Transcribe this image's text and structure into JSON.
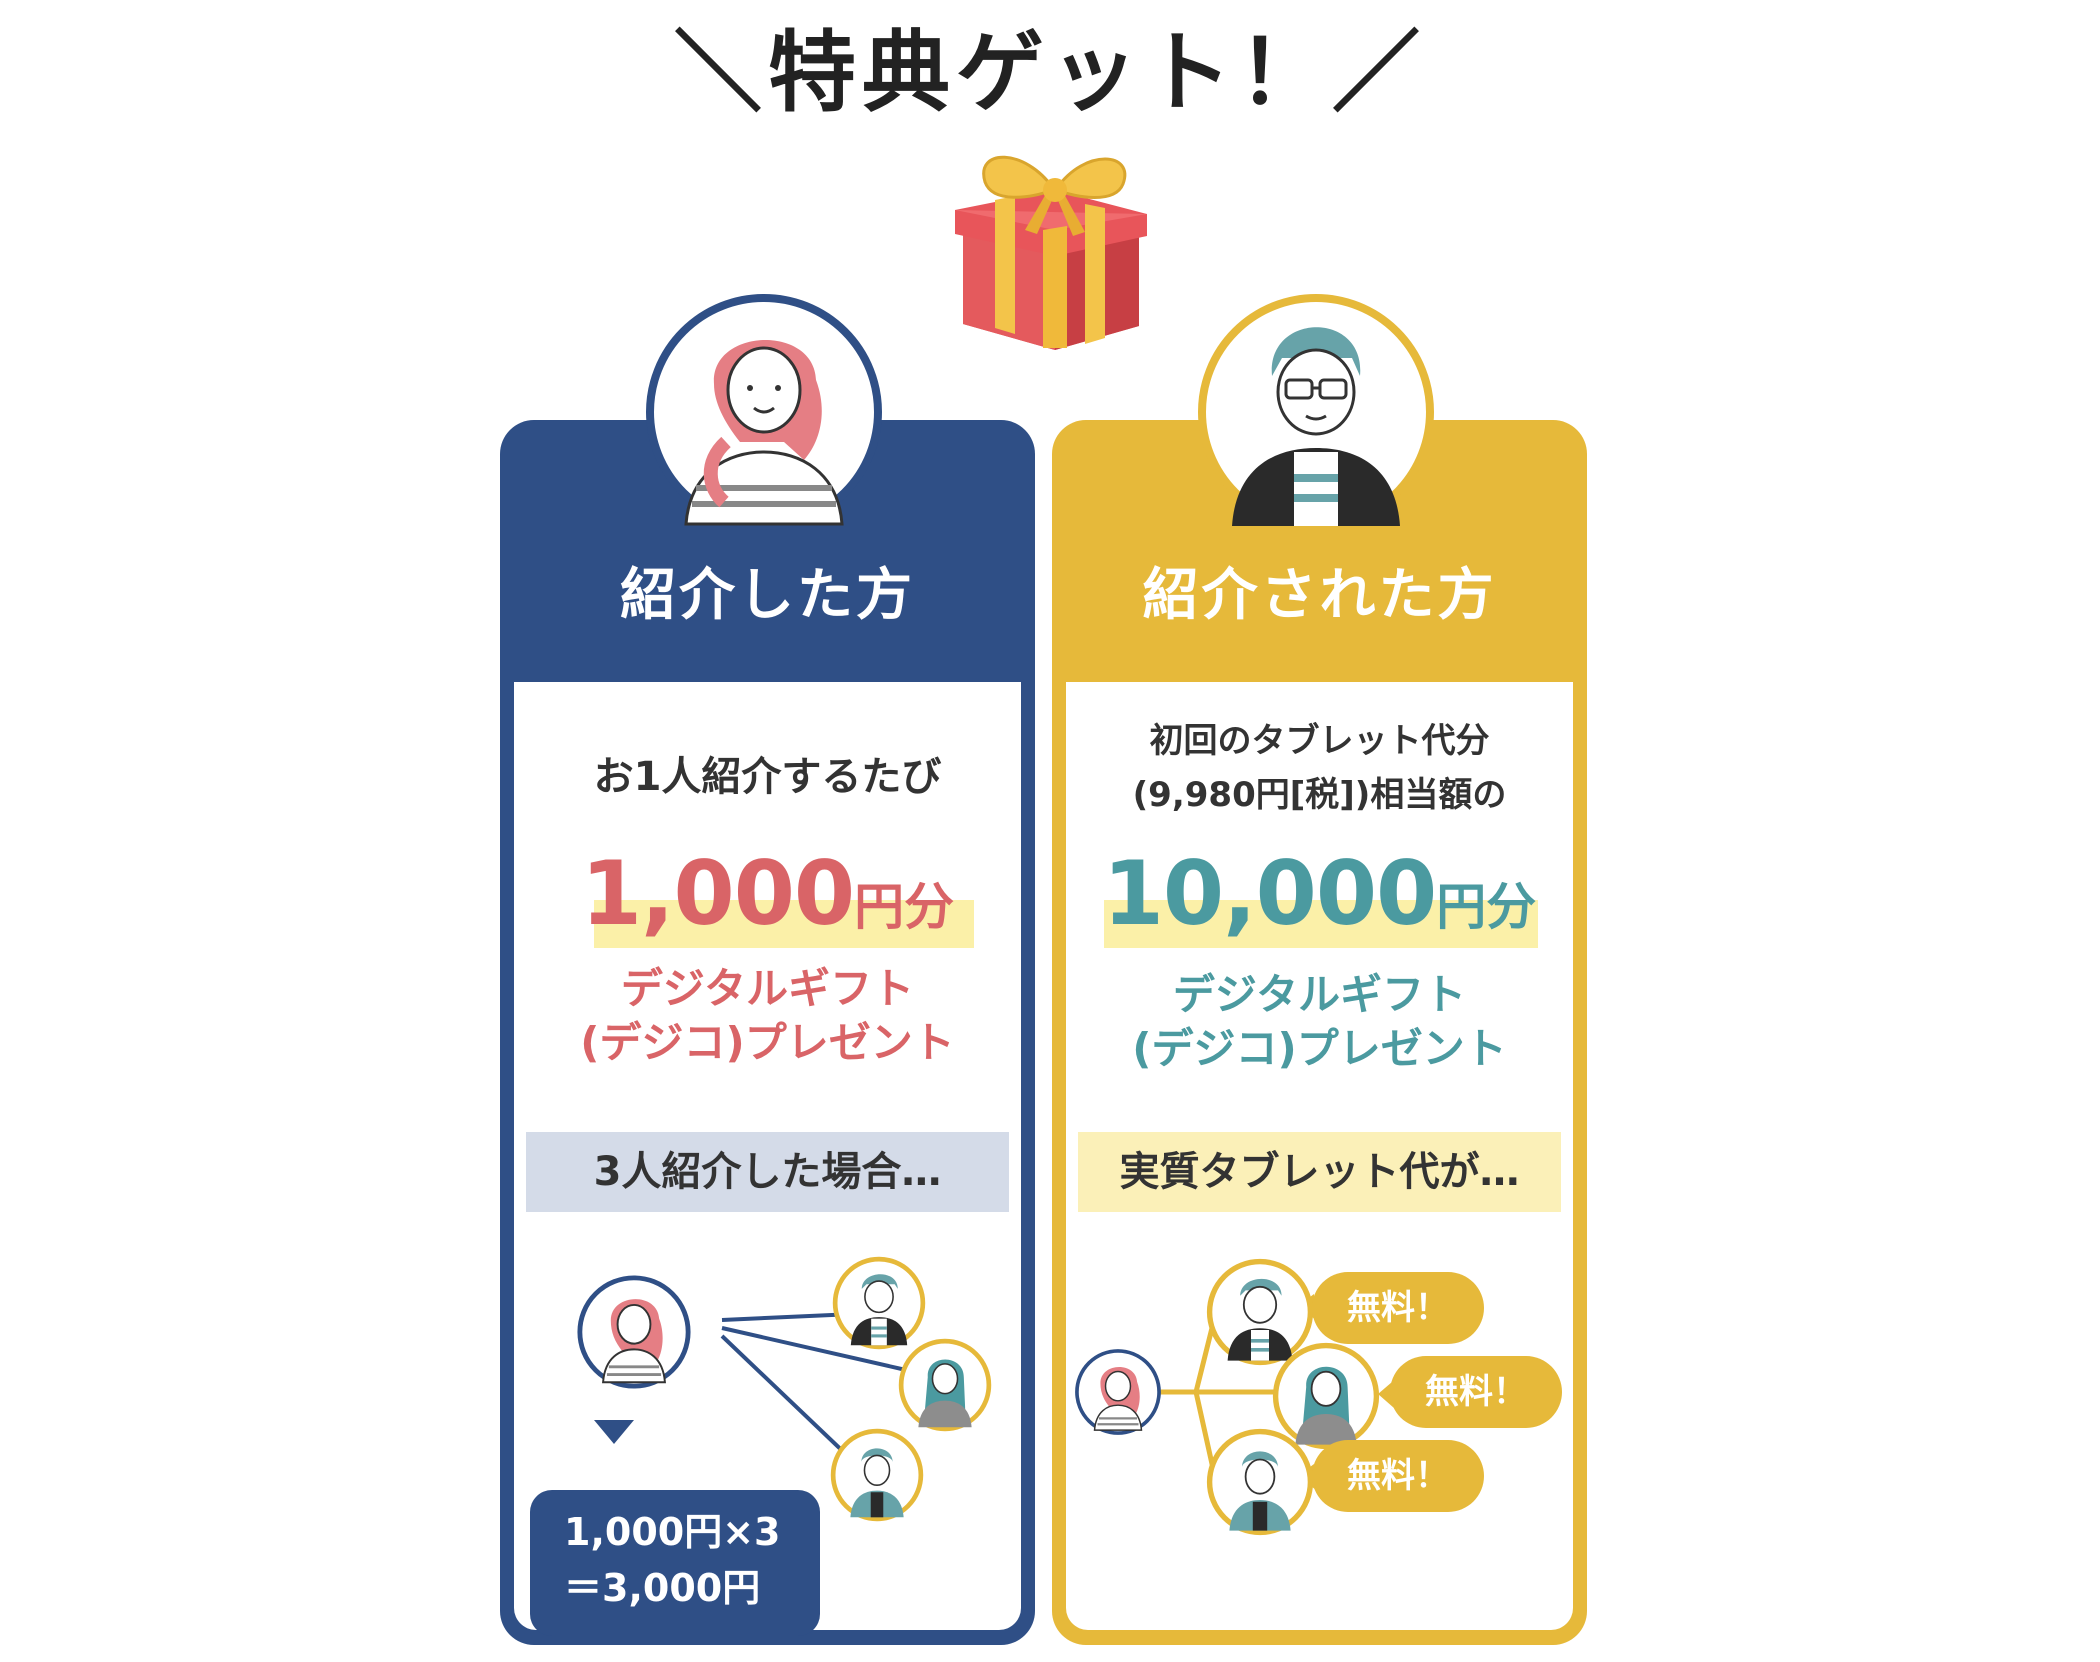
{
  "header": {
    "title": "＼特典ゲット！／"
  },
  "colors": {
    "navy": "#2f4f86",
    "gold": "#e6b93a",
    "pink": "#d96467",
    "teal": "#4b9aa0",
    "highlight": "#fbf0a8"
  },
  "left_card": {
    "title": "紹介した方",
    "lead": "お1人紹介するたび",
    "amount": "1,000",
    "amount_unit": "円分",
    "gift_line1": "デジタルギフト",
    "gift_line2": "(デジコ)プレゼント",
    "band": "3人紹介した場合…",
    "calc_line1": "1,000円×3",
    "calc_line2": "＝3,000円"
  },
  "right_card": {
    "title": "紹介された方",
    "lead_line1": "初回のタブレット代分",
    "lead_line2": "(9,980円[税])相当額の",
    "amount": "10,000",
    "amount_unit": "円分",
    "gift_line1": "デジタルギフト",
    "gift_line2": "(デジコ)プレゼント",
    "band": "実質タブレット代が…",
    "free_tags": [
      "無料！",
      "無料！",
      "無料！"
    ]
  },
  "icons": [
    "gift-box-icon",
    "woman-avatar-icon",
    "man-avatar-icon"
  ]
}
